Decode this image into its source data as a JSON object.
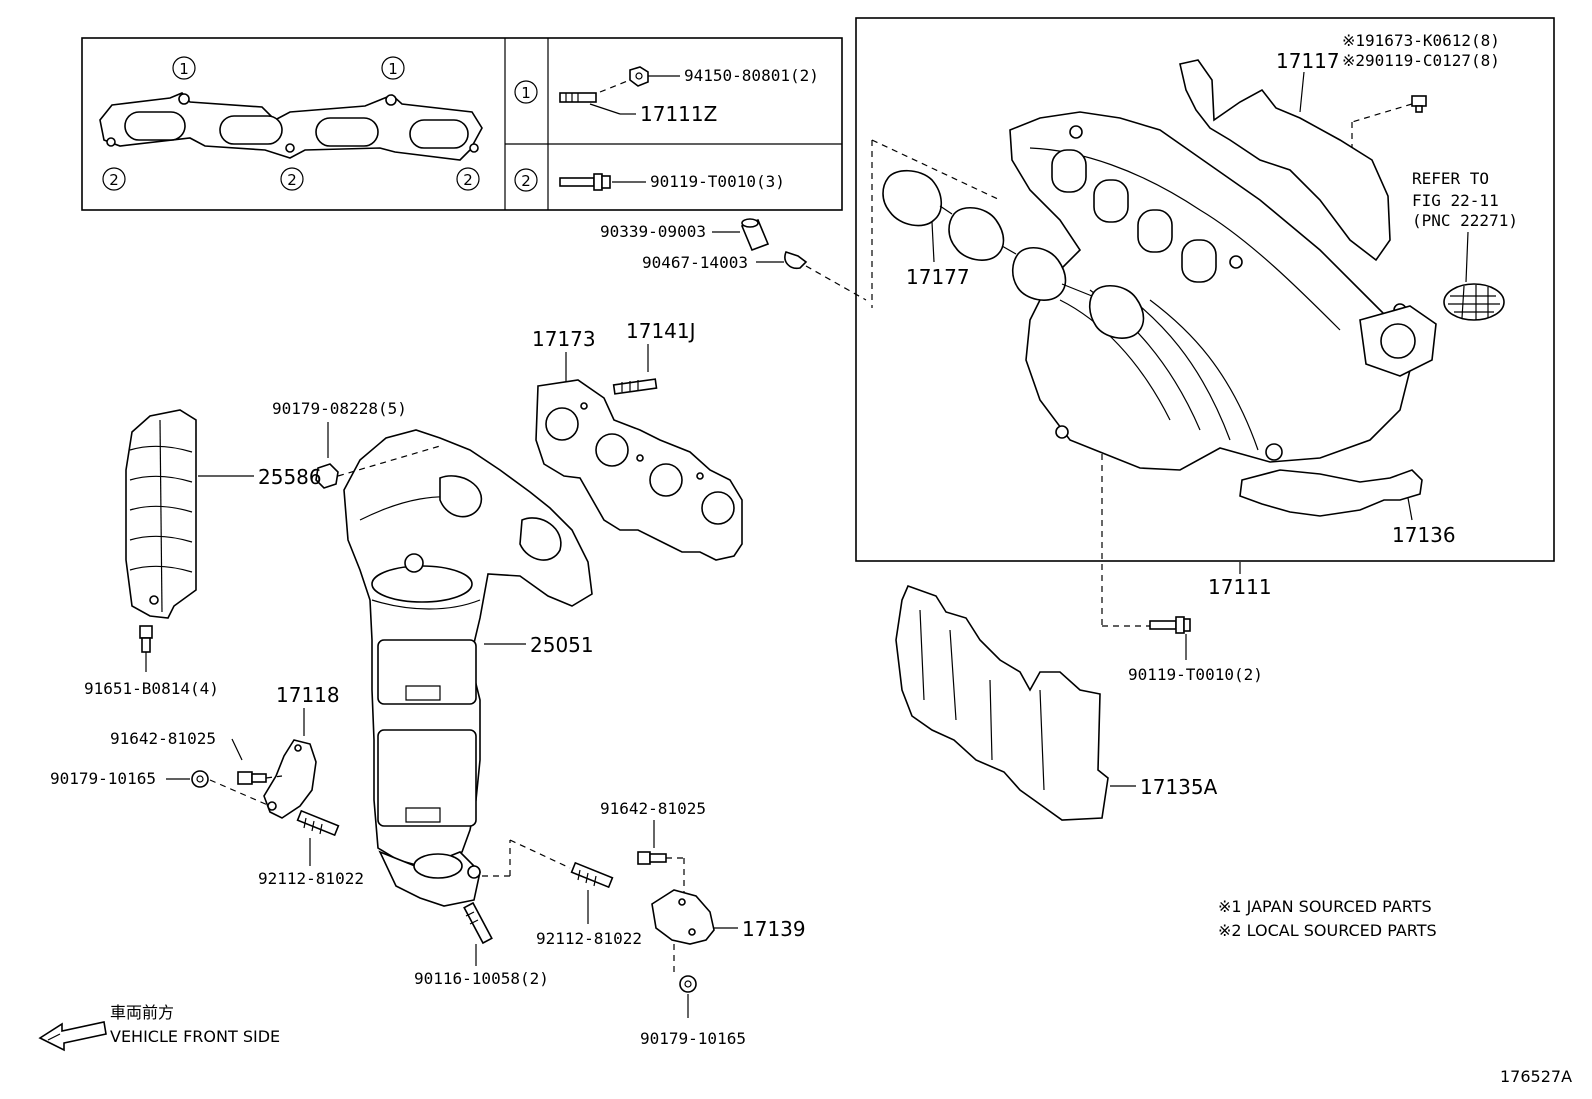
{
  "diagram_id": "176527A",
  "front_arrow": {
    "jp": "車両前方",
    "en": "VEHICLE FRONT SIDE"
  },
  "notes": [
    "※1 JAPAN SOURCED PARTS",
    "※2 LOCAL SOURCED PARTS"
  ],
  "gasket_inset": {
    "markers": [
      "1",
      "2"
    ],
    "rows": [
      {
        "marker": "1",
        "nut": "94150-80801(2)",
        "part": "17111Z"
      },
      {
        "marker": "2",
        "bolt": "90119-T0010(3)"
      }
    ]
  },
  "intake_box": {
    "refs": [
      "※191673-K0612(8)",
      "※290119-C0127(8)"
    ],
    "refer": [
      "REFER TO",
      "FIG 22-11",
      "(PNC 22271)"
    ],
    "parts": {
      "p17117": "17117",
      "p17177": "17177",
      "p17136": "17136"
    },
    "callout": "17111"
  },
  "labels": {
    "l90339": "90339-09003",
    "l90467": "90467-14003",
    "l17173": "17173",
    "l17141J": "17141J",
    "l90179a": "90179-08228(5)",
    "l25586": "25586",
    "l25051": "25051",
    "l91651": "91651-B0814(4)",
    "l17118": "17118",
    "l91642a": "91642-81025",
    "l90179b": "90179-10165",
    "l92112a": "92112-81022",
    "l92112b": "92112-81022",
    "l90116": "90116-10058(2)",
    "l91642b": "91642-81025",
    "l17139": "17139",
    "l90179c": "90179-10165",
    "l90119b": "90119-T0010(2)",
    "l17135A": "17135A"
  }
}
